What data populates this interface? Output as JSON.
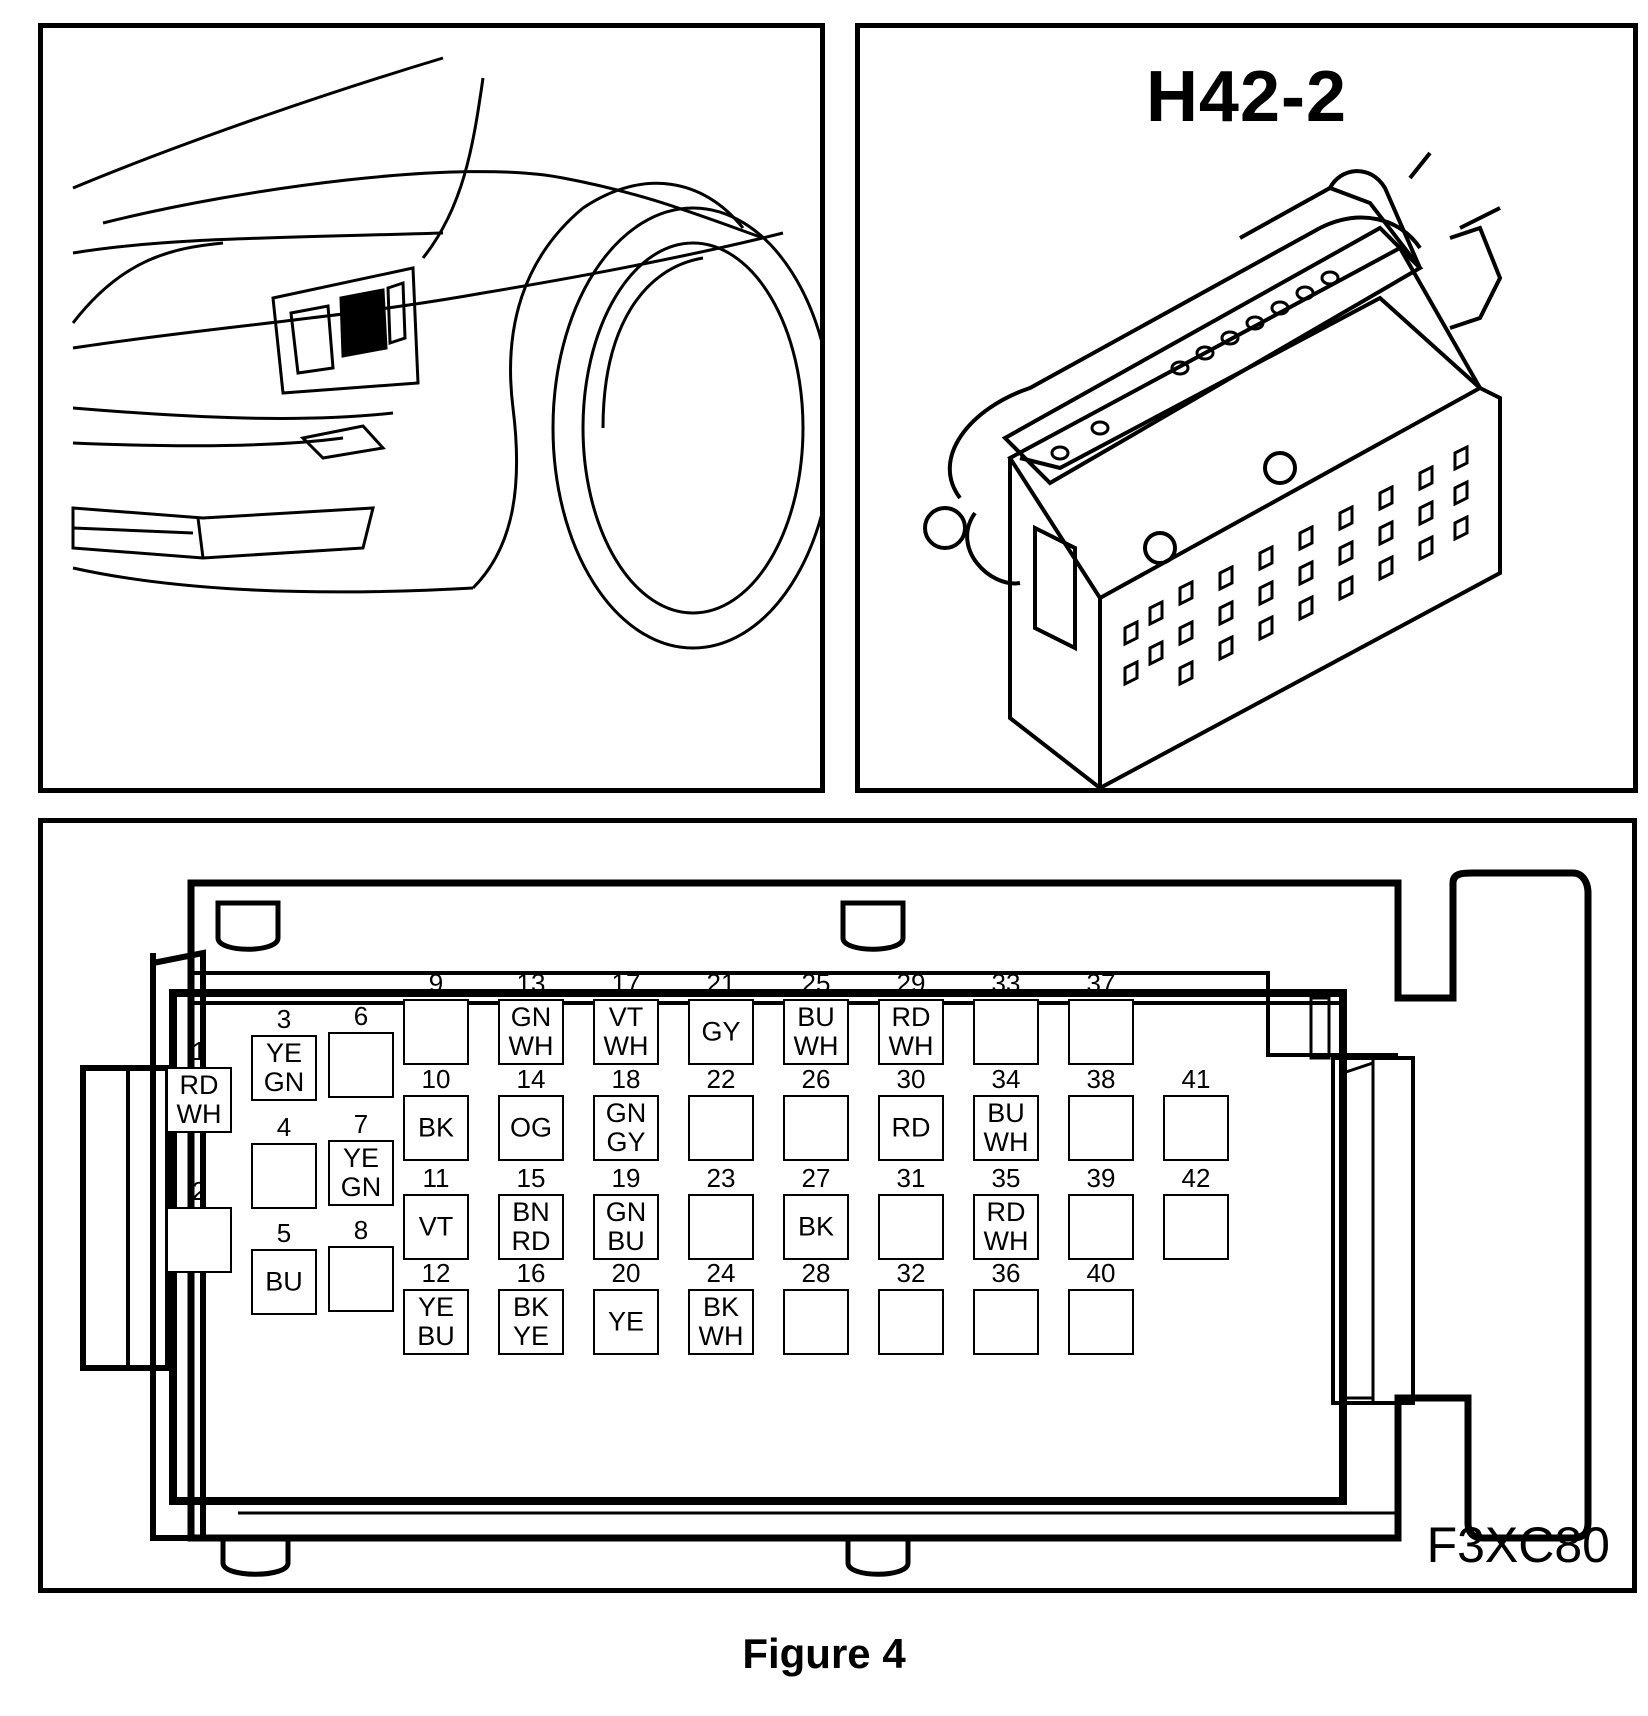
{
  "connector_label": "H42-2",
  "figure_code": "F3XC80",
  "caption": "Figure 4",
  "pins": [
    {
      "num": "1",
      "color": "RD\nWH"
    },
    {
      "num": "2",
      "color": ""
    },
    {
      "num": "3",
      "color": "YE\nGN"
    },
    {
      "num": "4",
      "color": ""
    },
    {
      "num": "5",
      "color": "BU"
    },
    {
      "num": "6",
      "color": ""
    },
    {
      "num": "7",
      "color": "YE\nGN"
    },
    {
      "num": "8",
      "color": ""
    },
    {
      "num": "9",
      "color": ""
    },
    {
      "num": "10",
      "color": "BK"
    },
    {
      "num": "11",
      "color": "VT"
    },
    {
      "num": "12",
      "color": "YE\nBU"
    },
    {
      "num": "13",
      "color": "GN\nWH"
    },
    {
      "num": "14",
      "color": "OG"
    },
    {
      "num": "15",
      "color": "BN\nRD"
    },
    {
      "num": "16",
      "color": "BK\nYE"
    },
    {
      "num": "17",
      "color": "VT\nWH"
    },
    {
      "num": "18",
      "color": "GN\nGY"
    },
    {
      "num": "19",
      "color": "GN\nBU"
    },
    {
      "num": "20",
      "color": "YE"
    },
    {
      "num": "21",
      "color": "GY"
    },
    {
      "num": "22",
      "color": ""
    },
    {
      "num": "23",
      "color": ""
    },
    {
      "num": "24",
      "color": "BK\nWH"
    },
    {
      "num": "25",
      "color": "BU\nWH"
    },
    {
      "num": "26",
      "color": ""
    },
    {
      "num": "27",
      "color": "BK"
    },
    {
      "num": "28",
      "color": ""
    },
    {
      "num": "29",
      "color": "RD\nWH"
    },
    {
      "num": "30",
      "color": "RD"
    },
    {
      "num": "31",
      "color": ""
    },
    {
      "num": "32",
      "color": ""
    },
    {
      "num": "33",
      "color": ""
    },
    {
      "num": "34",
      "color": "BU\nWH"
    },
    {
      "num": "35",
      "color": "RD\nWH"
    },
    {
      "num": "36",
      "color": ""
    },
    {
      "num": "37",
      "color": ""
    },
    {
      "num": "38",
      "color": ""
    },
    {
      "num": "39",
      "color": ""
    },
    {
      "num": "40",
      "color": ""
    },
    {
      "num": "41",
      "color": ""
    },
    {
      "num": "42",
      "color": ""
    }
  ]
}
